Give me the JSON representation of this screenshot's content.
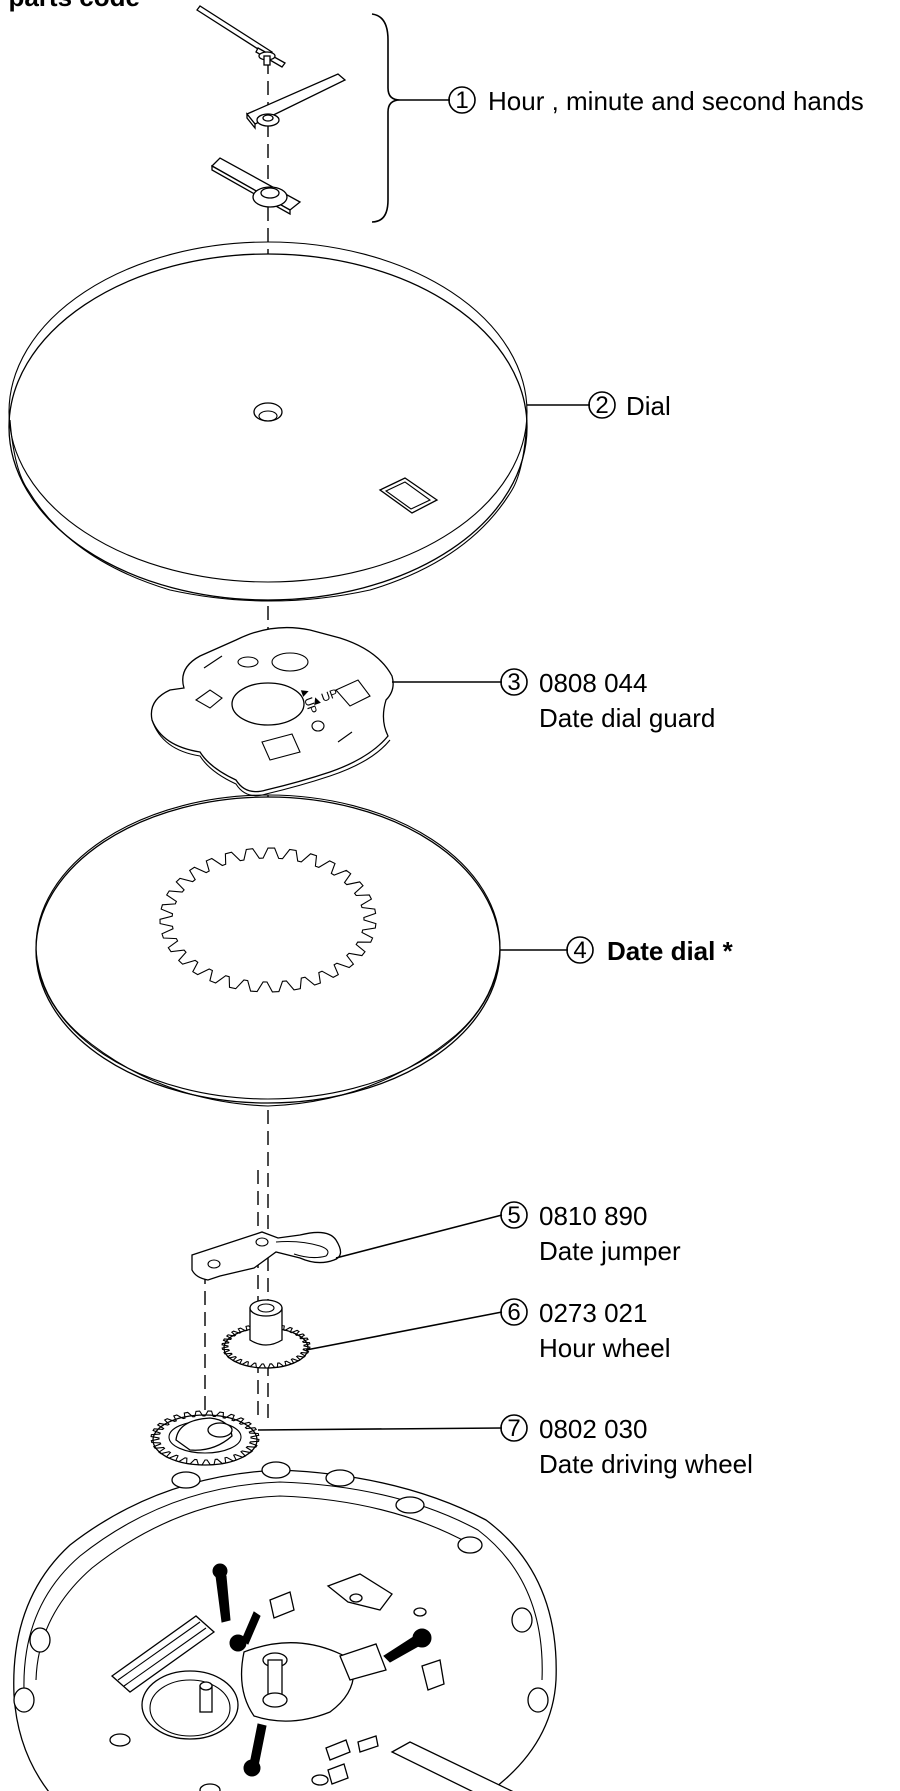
{
  "header": {
    "title_fragment": "l parts code"
  },
  "callouts": [
    {
      "number": "1",
      "code": "",
      "name": "Hour , minute and second hands",
      "bold": false
    },
    {
      "number": "2",
      "code": "",
      "name": "Dial",
      "bold": false
    },
    {
      "number": "3",
      "code": "0808 044",
      "name": "Date dial guard",
      "bold": false
    },
    {
      "number": "4",
      "code": "",
      "name": "Date dial *",
      "bold": true
    },
    {
      "number": "5",
      "code": "0810 890",
      "name": "Date jumper",
      "bold": false
    },
    {
      "number": "6",
      "code": "0273 021",
      "name": "Hour wheel",
      "bold": false
    },
    {
      "number": "7",
      "code": "0802 030",
      "name": "Date driving wheel",
      "bold": false
    }
  ],
  "guard_markings": [
    "▲UP",
    "▲UP"
  ]
}
